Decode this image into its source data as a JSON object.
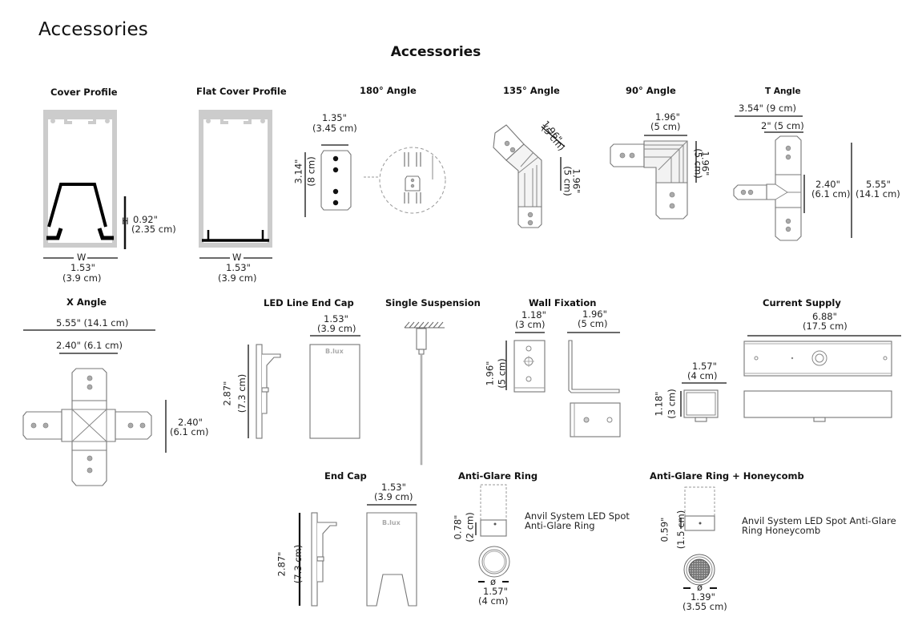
{
  "page_title": "Accessories",
  "section_title": "Accessories",
  "items": {
    "cover_profile": {
      "label": "Cover Profile",
      "h_letter": "H",
      "w_letter": "W",
      "height_in": "0.92\"",
      "height_cm": "(2.35 cm)",
      "width_in": "1.53\"",
      "width_cm": "(3.9 cm)"
    },
    "flat_cover_profile": {
      "label": "Flat Cover Profile",
      "w_letter": "W",
      "width_in": "1.53\"",
      "width_cm": "(3.9 cm)"
    },
    "angle_180": {
      "label": "180° Angle",
      "width_in": "1.35\"",
      "width_cm": "(3.45 cm)",
      "height_in": "3.14\"",
      "height_cm": "(8 cm)"
    },
    "angle_135": {
      "label": "135° Angle",
      "dim1_in": "1.96\"",
      "dim1_cm": "(5 cm)",
      "dim2_in": "1.96\"",
      "dim2_cm": "(5 cm)"
    },
    "angle_90": {
      "label": "90° Angle",
      "width_in": "1.96\"",
      "width_cm": "(5 cm)",
      "height_in": "1.96\"",
      "height_cm": "(5 cm)"
    },
    "t_angle": {
      "label": "T Angle",
      "total_width": "3.54\" (9 cm)",
      "arm_width": "2\" (5 cm)",
      "inner_h_in": "2.40\"",
      "inner_h_cm": "(6.1 cm)",
      "total_h_in": "5.55\"",
      "total_h_cm": "(14.1 cm)"
    },
    "x_angle": {
      "label": "X Angle",
      "total_width": "5.55\" (14.1 cm)",
      "inner_width": "2.40\" (6.1 cm)",
      "inner_h_in": "2.40\"",
      "inner_h_cm": "(6.1 cm)"
    },
    "led_line_end_cap": {
      "label": "LED Line End Cap",
      "width_in": "1.53\"",
      "width_cm": "(3.9 cm)",
      "height_in": "2.87\"",
      "height_cm": "(7.3 cm)",
      "logo": "B.lux"
    },
    "single_suspension": {
      "label": "Single Suspension"
    },
    "wall_fixation": {
      "label": "Wall Fixation",
      "w1_in": "1.18\"",
      "w1_cm": "(3 cm)",
      "w2_in": "1.96\"",
      "w2_cm": "(5 cm)",
      "h_in": "1.96\"",
      "h_cm": "(5 cm)"
    },
    "current_supply": {
      "label": "Current Supply",
      "width_in": "6.88\"",
      "width_cm": "(17.5 cm)",
      "side_w_in": "1.57\"",
      "side_w_cm": "(4 cm)",
      "side_h_in": "1.18\"",
      "side_h_cm": "(3 cm)"
    },
    "end_cap": {
      "label": "End Cap",
      "width_in": "1.53\"",
      "width_cm": "(3.9 cm)",
      "height_in": "2.87\"",
      "height_cm": "(7.3 cm)",
      "logo": "B.lux"
    },
    "anti_glare_ring": {
      "label": "Anti-Glare Ring",
      "height_in": "0.78\"",
      "height_cm": "(2 cm)",
      "dia_symbol": "ø",
      "dia_in": "1.57\"",
      "dia_cm": "(4 cm)",
      "desc_line1": "Anvil System LED Spot",
      "desc_line2": "Anti-Glare Ring"
    },
    "anti_glare_honeycomb": {
      "label": "Anti-Glare Ring + Honeycomb",
      "height_in": "0.59\"",
      "height_cm": "(1.5 cm)",
      "dia_symbol": "ø",
      "dia_in": "1.39\"",
      "dia_cm": "(3.55 cm)",
      "desc_line1": "Anvil System LED Spot Anti-Glare",
      "desc_line2": "Ring Honeycomb"
    }
  }
}
